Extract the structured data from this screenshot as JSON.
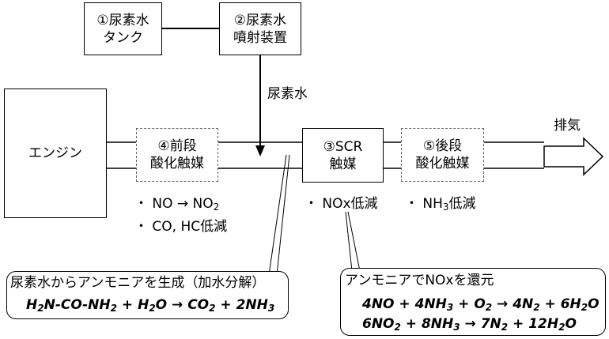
{
  "boxes": {
    "tank": {
      "line1": "①尿素水",
      "line2": "タンク"
    },
    "injector": {
      "line1": "②尿素水",
      "line2": "噴射装置"
    },
    "engine": {
      "label": "エンジン"
    },
    "pre_catalyst": {
      "line1": "④前段",
      "line2": "酸化触媒"
    },
    "scr": {
      "line1": "③SCR",
      "line2": "触媒"
    },
    "post_catalyst": {
      "line1": "⑤後段",
      "line2": "酸化触媒"
    }
  },
  "labels": {
    "urea_water": "尿素水",
    "exhaust": "排気"
  },
  "bullets": {
    "pre": [
      "・ NO → NO2",
      "・ CO, HC低減"
    ],
    "scr": "・ NOx低減",
    "post": "・ NH3低減"
  },
  "notes": {
    "hydrolysis": {
      "title": "尿素水からアンモニアを生成（加水分解）",
      "equation": "H2N-CO-NH2 + H2O → CO2 + 2NH3"
    },
    "reduction": {
      "title": "アンモニアでNOxを還元",
      "equations": [
        "4NO + 4NH3 + O2 → 4N2 + 6H2O",
        "6NO2 + 8NH3 → 7N2 + 12H2O"
      ]
    }
  }
}
